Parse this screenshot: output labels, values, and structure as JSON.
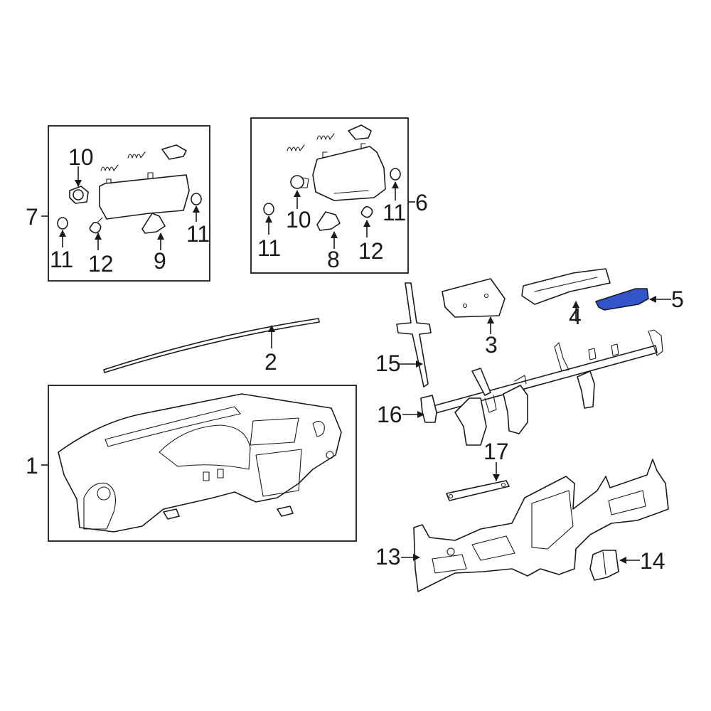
{
  "highlight_color": "#3355cc",
  "callouts": {
    "c1": "1",
    "c2": "2",
    "c3": "3",
    "c4": "4",
    "c5": "5",
    "c6": "6",
    "c7": "7",
    "c8": "8",
    "c9": "9",
    "c10a": "10",
    "c10b": "10",
    "c11a": "11",
    "c11b": "11",
    "c11c": "11",
    "c11d": "11",
    "c12a": "12",
    "c12b": "12",
    "c13": "13",
    "c14": "14",
    "c15": "15",
    "c16": "16",
    "c17": "17"
  }
}
